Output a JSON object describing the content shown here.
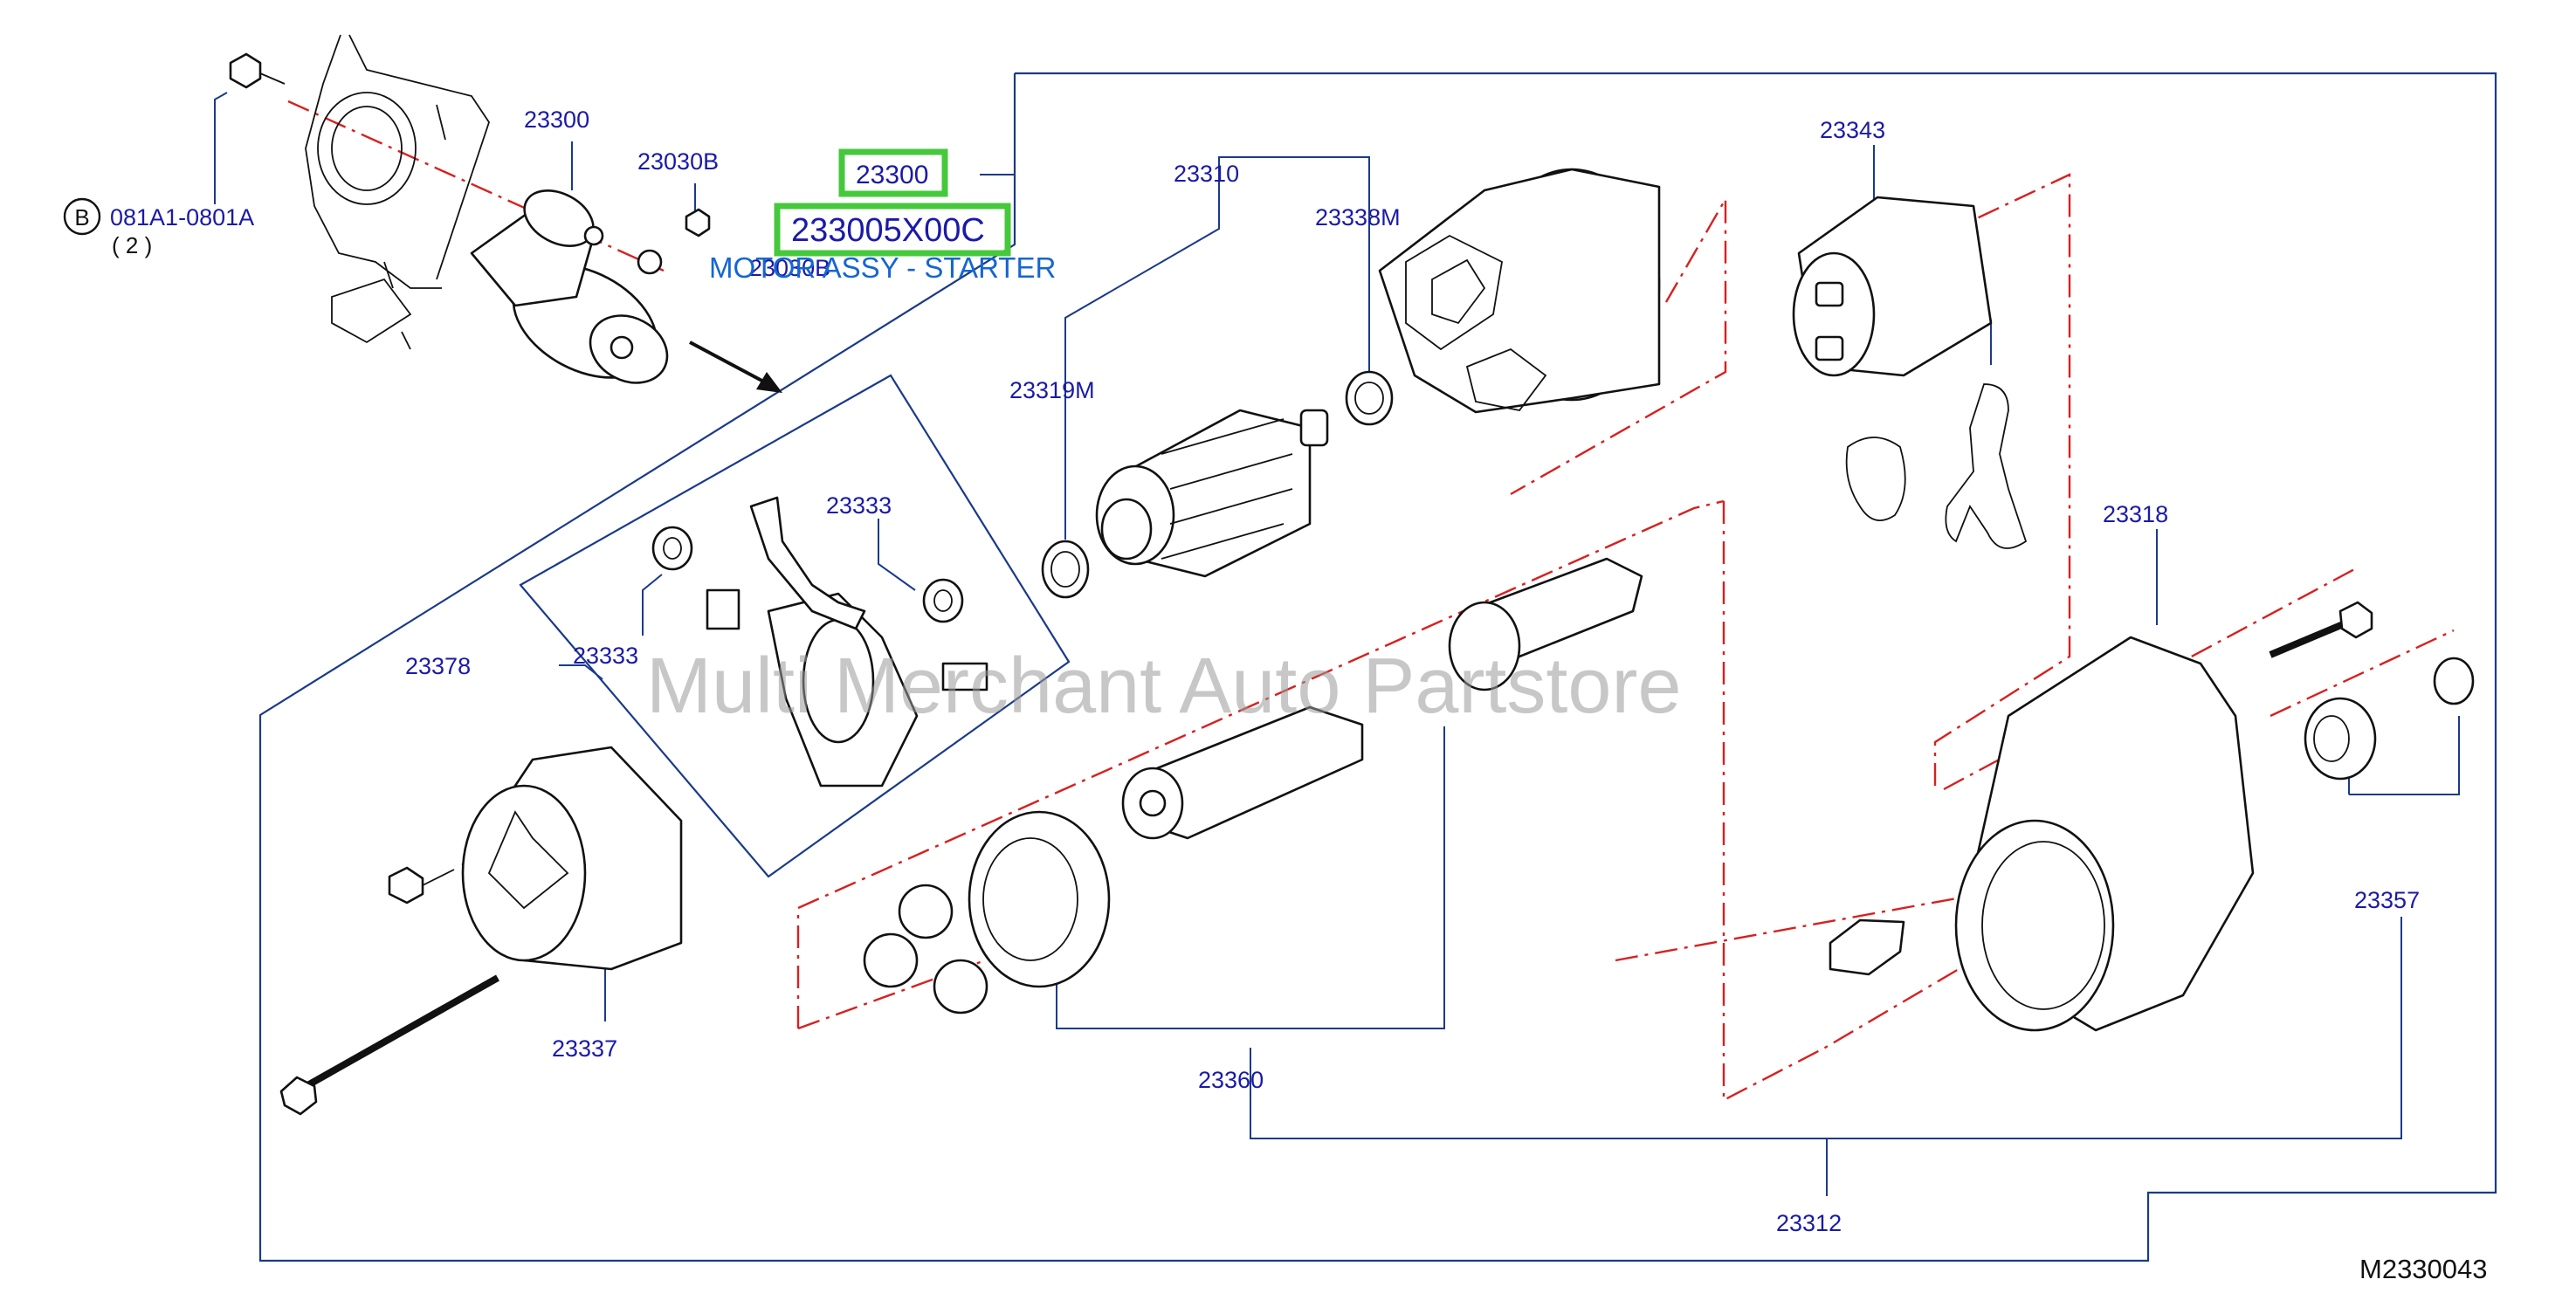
{
  "diagram": {
    "watermark": "Multi Merchant Auto Partstore",
    "diagram_code": "M2330043",
    "highlight": {
      "part_no": "23300",
      "oem_no": "233005X00C",
      "description": "MOTOR ASSY - STARTER"
    },
    "bolt_ref": {
      "symbol": "B",
      "code": "081A1-0801A",
      "qty": "( 2 )"
    },
    "labels": {
      "p23300": "23300",
      "p23030b_top": "23030B",
      "p23030b_overlap": "23030B",
      "p23310": "23310",
      "p23338m": "23338M",
      "p23319m": "23319M",
      "p23343": "23343",
      "p23318": "23318",
      "p23333_a": "23333",
      "p23333_b": "23333",
      "p23378": "23378",
      "p23357": "23357",
      "p23337": "23337",
      "p23360": "23360",
      "p23312": "23312"
    },
    "colors": {
      "label": "#1a1aa8",
      "frame": "#1a3a8a",
      "dash": "#d82020",
      "highlight": "#46c83c",
      "description": "#1466d2"
    }
  }
}
